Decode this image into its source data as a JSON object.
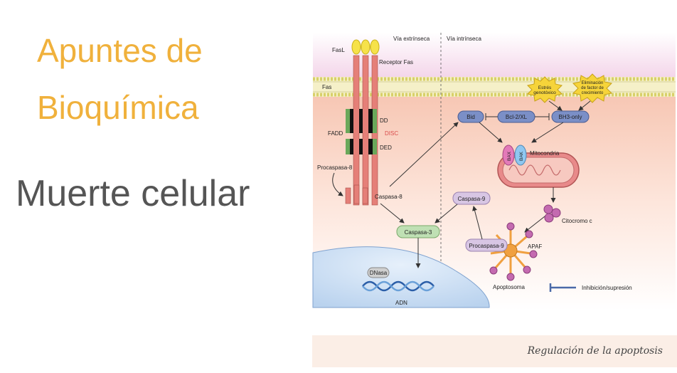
{
  "title": {
    "line1": "Apuntes de",
    "line2": "Bioquímica",
    "subtitle": "Muerte celular"
  },
  "diagram": {
    "via_extrinseca": "Vía extrínseca",
    "via_intrinseca": "Vía intrínseca",
    "fasl": "FasL",
    "receptor_fas": "Receptor Fas",
    "fas": "Fas",
    "dd": "DD",
    "fadd": "FADD",
    "disc": "DISC",
    "ded": "DED",
    "procaspasa8": "Procaspasa-8",
    "caspasa8": "Caspasa-8",
    "caspasa3": "Caspasa-3",
    "caspasa9": "Caspasa-9",
    "procaspasa9": "Procaspasa-9",
    "bid": "Bid",
    "bcl2": "Bcl-2/XL",
    "bh3": "BH3-only",
    "estres_1": "Estrés",
    "estres_2": "genotóxico",
    "elim_1": "Eliminación",
    "elim_2": "de factor de",
    "elim_3": "crecimiento",
    "bax": "BAX",
    "bak": "BAK",
    "mitocondria": "Mitocondria",
    "citocromo": "Citocromo c",
    "apaf": "APAF",
    "apoptosoma": "Apoptosoma",
    "dnasa": "DNasa",
    "adn": "ADN",
    "legend": "Inhibición/supresión",
    "caption": "Regulación de la apoptosis"
  },
  "colors": {
    "title_orange": "#f0b13c",
    "subtitle_gray": "#555555",
    "receptor": "#e57f78",
    "node_blue": "#7b8fc7",
    "caspase_green": "#bfe0b4",
    "caspase9_purple": "#d8c6e4",
    "apaf_orange": "#f0a040",
    "mito_red": "#e88a8a"
  }
}
